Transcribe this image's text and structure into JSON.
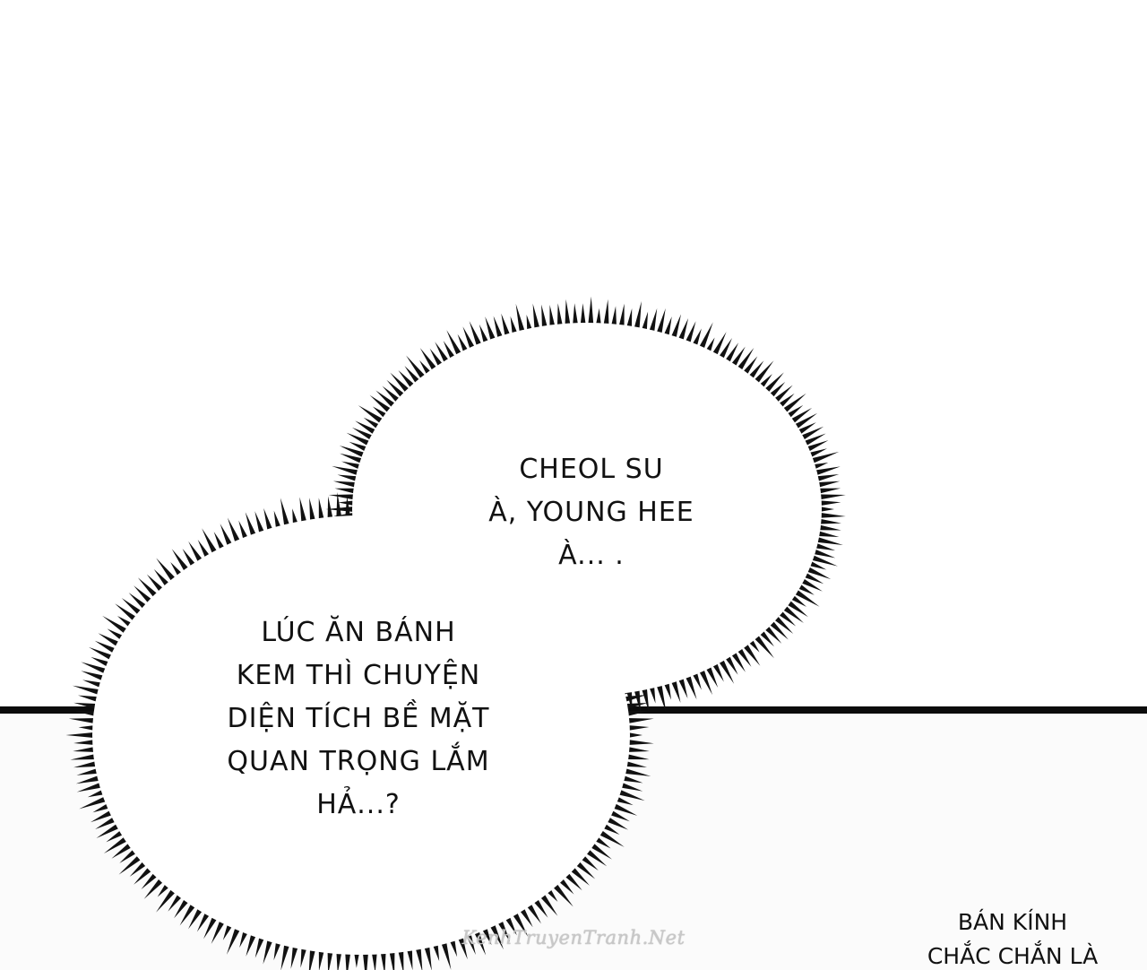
{
  "speech_bubble_top": {
    "lines": [
      "CHEOL SU",
      "À, YOUNG HEE",
      "À... ."
    ]
  },
  "speech_bubble_bottom": {
    "lines": [
      "LÚC ĂN BÁNH",
      "KEM THÌ CHUYỆN",
      "DIỆN TÍCH BỀ MẶT",
      "QUAN TRỌNG LẮM",
      "HẢ...?"
    ]
  },
  "caption": {
    "lines": [
      "BÁN KÍNH",
      "CHẮC CHẮN LÀ"
    ]
  },
  "watermark": "KenhTruyenTranh.Net",
  "colors": {
    "ink": "#111111",
    "panel_border": "#0c0c0c",
    "background": "#ffffff"
  }
}
